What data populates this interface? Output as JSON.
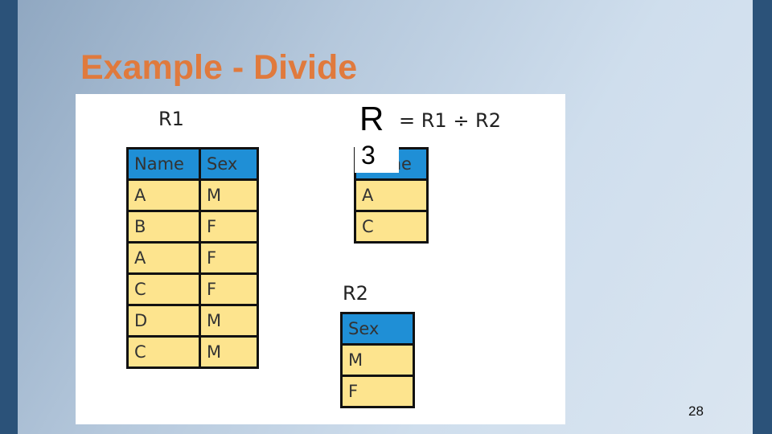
{
  "slide": {
    "title": "Example - Divide",
    "page_number": "28"
  },
  "figure": {
    "r1_label": "R1",
    "r2_label": "R2",
    "equation": "= R1 ÷ R2",
    "result_label": [
      "R",
      "3"
    ],
    "r1": {
      "headers": [
        "Name",
        "Sex"
      ],
      "rows": [
        [
          "A",
          "M"
        ],
        [
          "B",
          "F"
        ],
        [
          "A",
          "F"
        ],
        [
          "C",
          "F"
        ],
        [
          "D",
          "M"
        ],
        [
          "C",
          "M"
        ]
      ]
    },
    "r3": {
      "headers": [
        "Name"
      ],
      "rows": [
        [
          "A"
        ],
        [
          "C"
        ]
      ]
    },
    "r2": {
      "headers": [
        "Sex"
      ],
      "rows": [
        [
          "M"
        ],
        [
          "F"
        ]
      ]
    }
  },
  "colors": {
    "title": "#e07a3d",
    "header_cell": "#1f8fd6",
    "body_cell": "#fde48e",
    "side_bar": "#2b5279"
  }
}
